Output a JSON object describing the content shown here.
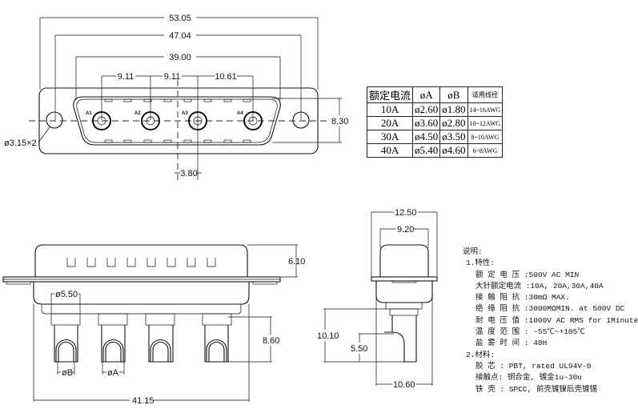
{
  "front_view": {
    "dims": {
      "overall_width": "53.05",
      "mount_hole_spacing": "47.04",
      "shell_width": "39.00",
      "pitch_a1_a2": "9.11",
      "pitch_a2_a3": "9.11",
      "pitch_a3_a4": "10.61",
      "center_offset": "3.80",
      "shell_height": "8.30",
      "mount_hole": "ø3.15×2"
    },
    "pins": [
      "A1",
      "A2",
      "A3",
      "A4"
    ]
  },
  "side_view": {
    "dims": {
      "shell_depth": "6.10",
      "pin_dia": "ø5.50",
      "tail_length": "8.60",
      "width_overall": "41.15",
      "dia_b": "øB",
      "dia_a": "øA"
    }
  },
  "end_view": {
    "dims": {
      "flange_width": "12.50",
      "shell_inner": "9.20",
      "height": "10.10",
      "bend": "5.50",
      "depth": "10.60"
    }
  },
  "spec_table": {
    "headers": [
      "额定电流",
      "øA",
      "øB",
      "适用线径"
    ],
    "rows": [
      [
        "10A",
        "ø2.60",
        "ø1.80",
        "14~16AWG"
      ],
      [
        "20A",
        "ø3.60",
        "ø2.80",
        "10~12AWG"
      ],
      [
        "30A",
        "ø4.50",
        "ø3.50",
        "8~10AWG"
      ],
      [
        "40A",
        "ø5.40",
        "ø4.60",
        "6~8AWG"
      ]
    ]
  },
  "notes": {
    "title": "说明:",
    "section1": "1.特性:",
    "props": [
      "额 定 电 压 :500V AC MIN",
      "大针额定电流 :10A, 20A,30A,40A",
      "接 触 阻 抗 :30mΩ MAX.",
      "绝 缘 阻 抗 :3000MΩMIN. at 500V DC",
      "耐 电 压 值 :1000V AC RMS for 1Minute",
      "温 度 范 围 : -55℃~+105℃",
      "盐 雾 时 间 : 48H"
    ],
    "section2": "2.材料:",
    "materials": [
      "胶 芯 : PBT, rated UL94V-0",
      "接触点: 铜合金, 镀金1u-30u",
      "铁 壳 : SPCC, 前壳镀镍后壳镀锡"
    ]
  }
}
